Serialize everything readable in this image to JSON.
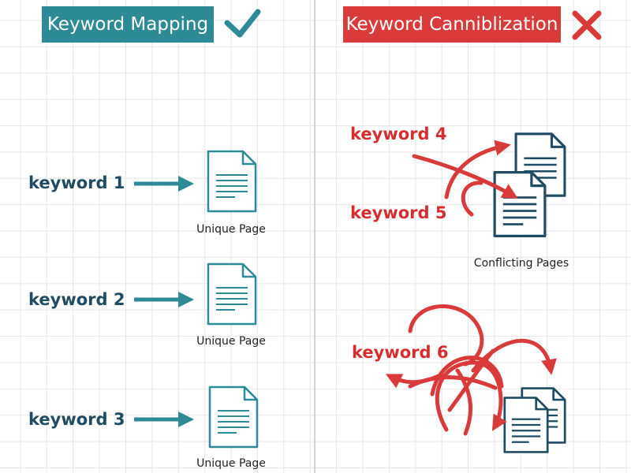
{
  "mapping": {
    "title": "Keyword Mapping",
    "keywords": [
      "keyword 1",
      "keyword 2",
      "keyword 3"
    ],
    "page_caption": "Unique Page",
    "colors": {
      "teal": "#2d8a96",
      "navy": "#1f4b63"
    },
    "status_icon": "checkmark-icon"
  },
  "cannibalization": {
    "title": "Keyword Canniblization",
    "keywords": [
      "keyword 4",
      "keyword 5",
      "keyword 6"
    ],
    "pages_caption": "Conflicting Pages",
    "colors": {
      "red": "#d93a3a"
    },
    "status_icon": "cross-icon"
  }
}
